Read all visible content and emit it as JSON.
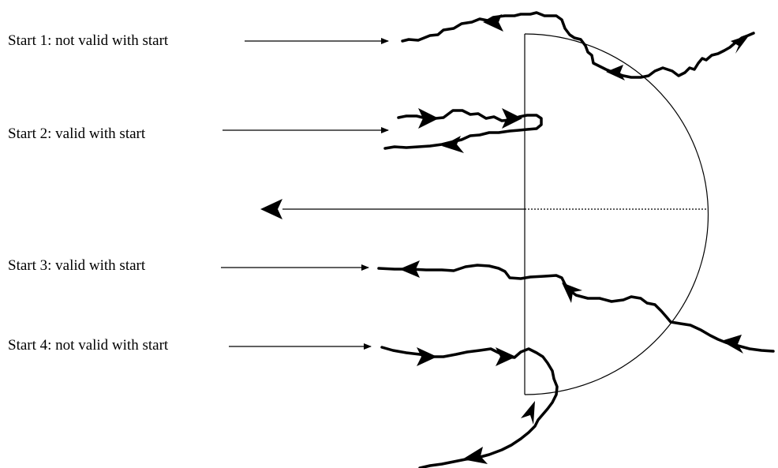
{
  "labels": {
    "start1": "Start 1: not valid with start",
    "start2": "Start 2: valid with start",
    "start3": "Start 3: valid with start",
    "start4": "Start 4: not valid with start"
  },
  "colors": {
    "ink": "#000000",
    "background": "#ffffff"
  }
}
